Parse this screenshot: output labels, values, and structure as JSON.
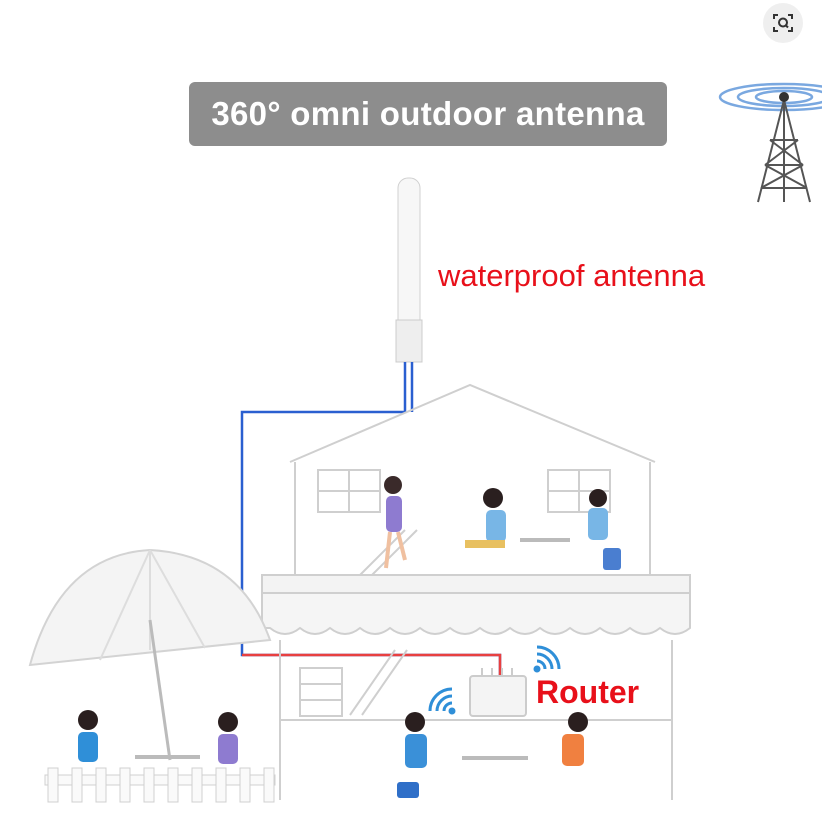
{
  "title": "360° omni outdoor antenna",
  "labels": {
    "antenna": "waterproof antenna",
    "router": "Router"
  },
  "icons": {
    "visual_search": "visual-search-icon",
    "tower": "cell-tower-icon",
    "wifi": "wifi-icon"
  },
  "colors": {
    "title_bg": "#8d8d8d",
    "label_red": "#e8101a",
    "cable_blue": "#2a5fd0",
    "cable_red": "#e84040"
  }
}
